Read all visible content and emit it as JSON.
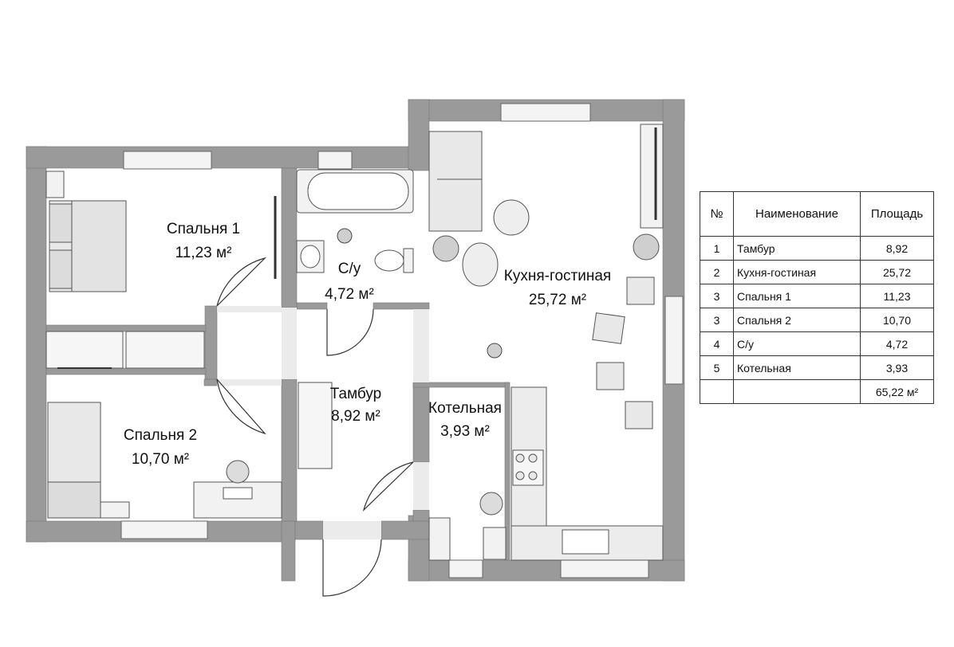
{
  "rooms": {
    "bedroom1": {
      "name": "Спальня 1",
      "area": "11,23 м²"
    },
    "bathroom": {
      "name": "С/у",
      "area": "4,72 м²"
    },
    "kitchen": {
      "name": "Кухня-гостиная",
      "area": "25,72 м²"
    },
    "bedroom2": {
      "name": "Спальня 2",
      "area": "10,70 м²"
    },
    "vestibule": {
      "name": "Тамбур",
      "area": "8,92 м²"
    },
    "boiler": {
      "name": "Котельная",
      "area": "3,93 м²"
    }
  },
  "legend": {
    "headers": {
      "num": "№",
      "name": "Наименование",
      "area": "Площадь"
    },
    "rows": [
      {
        "num": "1",
        "name": "Тамбур",
        "area": "8,92"
      },
      {
        "num": "2",
        "name": "Кухня-гостиная",
        "area": "25,72"
      },
      {
        "num": "3",
        "name": "Спальня 1",
        "area": "11,23"
      },
      {
        "num": "3",
        "name": "Спальня 2",
        "area": "10,70"
      },
      {
        "num": "4",
        "name": "С/у",
        "area": "4,72"
      },
      {
        "num": "5",
        "name": "Котельная",
        "area": "3,93"
      }
    ],
    "total": {
      "num": "",
      "name": "",
      "area": "65,22 м²"
    }
  },
  "colors": {
    "wall": "#9a9a9a",
    "furniture": "#e8e8e8",
    "outline": "#555555"
  }
}
